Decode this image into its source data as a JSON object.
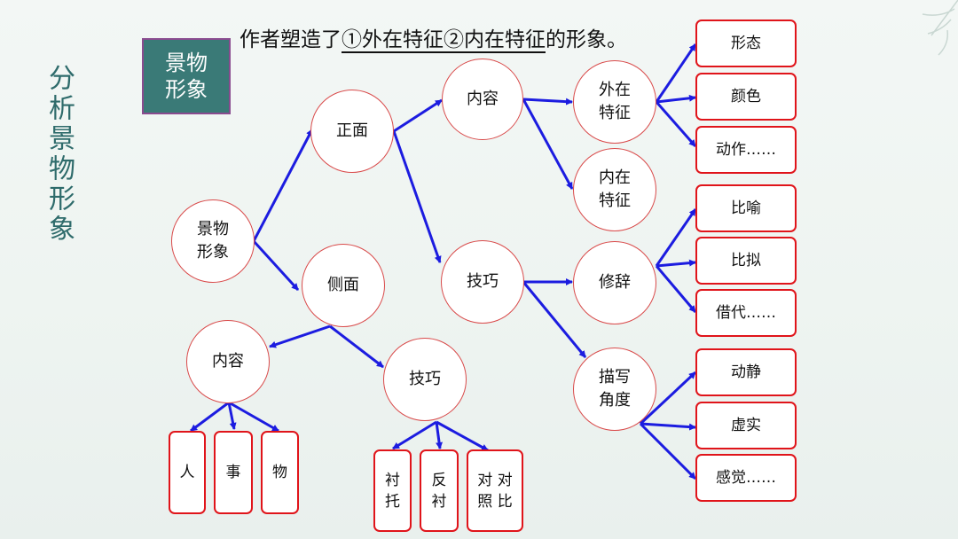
{
  "side_title": "分析景物形象",
  "tag_label": "景物\n形象",
  "headline": {
    "prefix": "作者塑造了",
    "underlined": "①外在特征②内在特征",
    "suffix": "的形象。"
  },
  "circles": {
    "root": "景物\n形象",
    "front": "正面",
    "side": "侧面",
    "front_content": "内容",
    "front_technique": "技巧",
    "external": "外在\n特征",
    "internal": "内在\n特征",
    "rhetoric": "修辞",
    "perspective": "描写\n角度",
    "side_content": "内容",
    "side_technique": "技巧"
  },
  "boxes": {
    "form": "形态",
    "color": "颜色",
    "action": "动作……",
    "simile": "比喻",
    "personification": "比拟",
    "metonymy": "借代……",
    "motion_stillness": "动静",
    "virtual_real": "虚实",
    "senses": "感觉……",
    "people": "人",
    "events": "事",
    "objects": "物",
    "foil": "衬\n托",
    "contrast_foil": "反\n衬",
    "contrast": "对 对\n照 比"
  },
  "colors": {
    "arrow": "#1c1ce0",
    "circle_border": "#d94a4a",
    "box_border": "#e0141a",
    "tag_bg": "#3a7a77",
    "side_title": "#2e6b6b"
  }
}
